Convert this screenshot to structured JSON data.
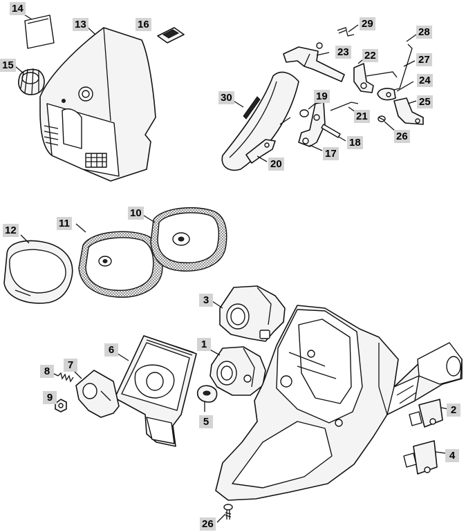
{
  "callouts": {
    "p1": "1",
    "p2": "2",
    "p3": "3",
    "p4": "4",
    "p5": "5",
    "p6": "6",
    "p7": "7",
    "p8": "8",
    "p9": "9",
    "p10": "10",
    "p11": "11",
    "p12": "12",
    "p13": "13",
    "p14": "14",
    "p15": "15",
    "p16": "16",
    "p17": "17",
    "p18": "18",
    "p19": "19",
    "p20": "20",
    "p21": "21",
    "p22": "22",
    "p23": "23",
    "p24": "24",
    "p25": "25",
    "p26a": "26",
    "p26b": "26",
    "p27": "27",
    "p28": "28",
    "p29": "29",
    "p30": "30"
  }
}
